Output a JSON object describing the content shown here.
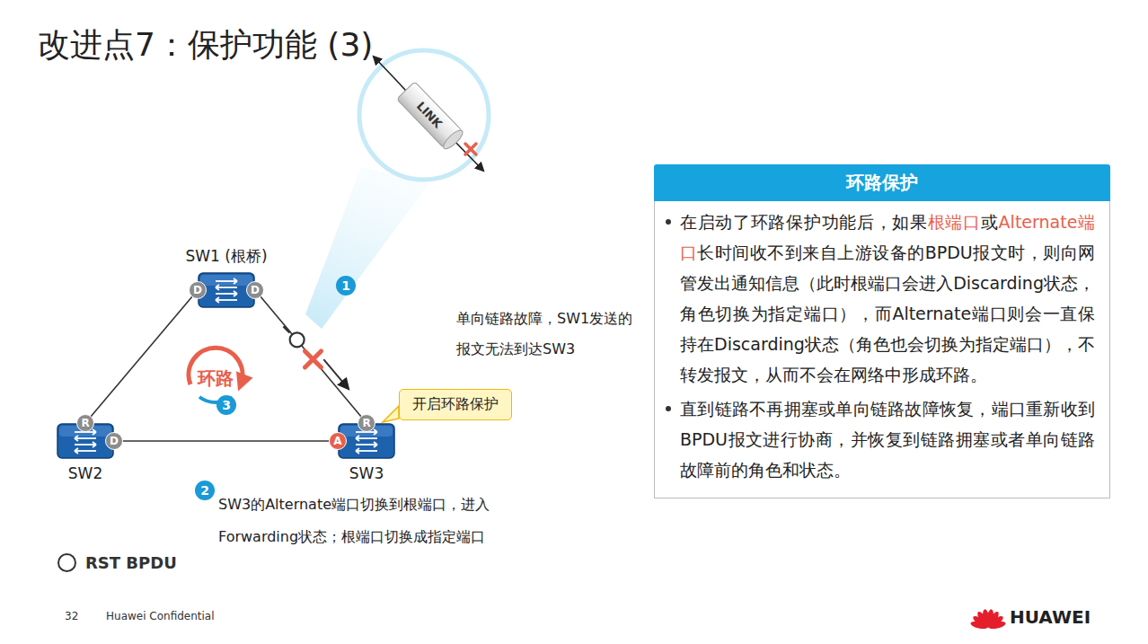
{
  "diagram": {
    "title": "改进点7：保护功能 (3)",
    "nodes": [
      {
        "text": [
          "SW1 (根桥)"
        ]
      },
      {
        "text": [
          "D"
        ],
        "in": 0
      },
      {
        "text": [
          "D"
        ],
        "in": 0
      },
      {
        "text": [
          "SW2"
        ]
      },
      {
        "text": [
          "R"
        ],
        "in": 3
      },
      {
        "text": [
          "D"
        ],
        "in": 3
      },
      {
        "text": [
          "开启环路保护"
        ]
      },
      {
        "text": [
          "SW3"
        ]
      },
      {
        "text": [
          "R"
        ],
        "in": 7
      },
      {
        "text": [
          "A"
        ],
        "in": 7
      },
      {
        "text": [
          "环路保护",
          "在启动了环路保护功能后，如果根端口或Alternate端口长时间收不到来自上游设备的BPDU报文时，则向网管发出通知信息（此时根端口会进入Discarding状态，角色切换为指定端口），而Alternate端口则会一直保持在Discarding状态（角色也会切换为指定端口），不转发报文，从而不会在网络中形成环路。",
          "直到链路不再拥塞或单向链路故障恢复，端口重新收到BPDU报文进行协商，并恢复到链路拥塞或者单向链路故障前的角色和状态。"
        ]
      }
    ],
    "edges": [
      {
        "from": 0,
        "to": 3,
        "arrow": "none"
      },
      {
        "from": 0,
        "to": 7,
        "arrow": "none"
      },
      {
        "from": 3,
        "to": 7,
        "arrow": "none"
      }
    ],
    "labels": [
      "LINK",
      "1",
      "单向链路故障，SW1发送的报文无法到达SW3",
      "环路",
      "3",
      "2",
      "SW3的Alternate端口切换到根端口，进入Forwarding状态；根端口切换成指定端口",
      "32",
      "Huawei Confidential",
      "HUAWEI"
    ],
    "legend": [
      {
        "text": "RST BPDU"
      }
    ]
  }
}
